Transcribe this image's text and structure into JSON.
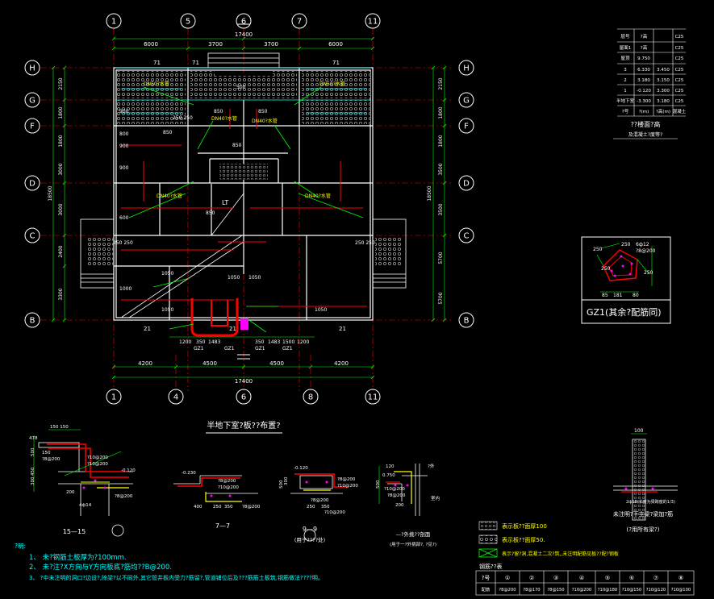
{
  "colors": {
    "background": "#000000",
    "axis": "#ff0000",
    "dim": "#00ff00",
    "wall": "#ffffff",
    "rebar": "#ff0000",
    "text": "#ffffff",
    "label": "#ffff00",
    "cyan": "#00ffff",
    "magenta": "#ff00ff",
    "hatch": "#808080"
  },
  "plan": {
    "title": "半地下室?板??布置?",
    "grid_top": [
      "1",
      "5",
      "6",
      "7",
      "11"
    ],
    "grid_bottom": [
      "1",
      "4",
      "6",
      "8",
      "11"
    ],
    "grid_rows": [
      "H",
      "G",
      "F",
      "D",
      "C",
      "B"
    ],
    "dims_top_total": "17400",
    "dims_top": [
      "6000",
      "3700",
      "3700",
      "6000"
    ],
    "dims_bottom": [
      "4200",
      "4500",
      "4500",
      "4200"
    ],
    "dims_bottom_total": "17400",
    "dims_left": [
      "2150",
      "1800",
      "1800",
      "3000",
      "3000",
      "2400",
      "3300"
    ],
    "dims_left_total": "18500",
    "dims_right": [
      "2150",
      "1800",
      "1800",
      "3500",
      "3500",
      "5700",
      "5700"
    ],
    "dims_right_total": "18500",
    "pipe_labels": [
      "DN50?水管",
      "DN50?水管",
      "DN40?水管",
      "DN40?水管",
      "DN40?水管",
      "DN40?水管"
    ],
    "lt_label": "LT",
    "gz_labels": [
      "GZ1",
      "GZ1",
      "GZ1",
      "GZ1"
    ],
    "bottom_dims": [
      "1200",
      "350",
      "1483",
      "350",
      "1483",
      "1500",
      "1200"
    ],
    "section_marks": [
      "21",
      "21",
      "21",
      "71",
      "71",
      "71"
    ],
    "rebar_labels": [
      "800",
      "900",
      "1050",
      "1050",
      "1050",
      "1050",
      "1050",
      "900",
      "900",
      "600",
      "1000",
      "500",
      "850",
      "850",
      "850",
      "850",
      "850",
      "250 250",
      "250 250",
      "250 250"
    ]
  },
  "table": {
    "title": "??楼面?高",
    "subtitle": "及混凝土?度等?",
    "header": [
      "层号",
      "?高",
      "C25"
    ],
    "rows": [
      [
        "屋面1",
        "?高",
        "C25"
      ],
      [
        "屋顶",
        "9.750",
        "C25"
      ],
      [
        "3",
        "6.330",
        "3.450",
        "C25"
      ],
      [
        "2",
        "3.180",
        "3.150",
        "C25"
      ],
      [
        "1",
        "-0.120",
        "3.300",
        "C25"
      ],
      [
        "半地下室",
        "-3.300",
        "3.180",
        "C25"
      ],
      [
        "?号",
        "?(m)",
        "?高(m)",
        "混凝土"
      ]
    ]
  },
  "gz": {
    "caption": "GZ1(其余?配筋同)",
    "labels": [
      "250",
      "6ф12",
      "?8@200",
      "250",
      "250",
      "250",
      "85",
      "181",
      "80"
    ]
  },
  "details": [
    {
      "caption": "15—15",
      "labels": [
        "150 150",
        "478",
        "150",
        "?8@200",
        "?10@200",
        "?10@200",
        "-0.120",
        "?8@200",
        "4ф14",
        "500",
        "450",
        "300",
        "200"
      ]
    },
    {
      "caption": "7—7",
      "labels": [
        "-0.230",
        "?8@200",
        "?10@200",
        "400",
        "250",
        "350",
        "?8@200"
      ]
    },
    {
      "caption": "9—9",
      "labels": [
        "-0.120",
        "300",
        "500",
        "?8@200",
        "?10@200",
        "?8@200",
        "250",
        "350",
        "?10@200"
      ],
      "subcaption": "(用于????处)"
    },
    {
      "caption": "—?外挑??剖面",
      "labels": [
        "120",
        "0.750",
        "?10@200",
        "500",
        "?8@200",
        "200"
      ],
      "subcaption": "(用于一?外挑部?, ?见?)",
      "right_labels": [
        "?外",
        "室内"
      ]
    }
  ],
  "wall_detail": {
    "title": "未注明?下主梁?梁加?筋",
    "subtitle": "(?用所有梁?)",
    "labels": [
      "100",
      "2ф18(长度为梁跨度的1/3)"
    ]
  },
  "legend": {
    "items": [
      {
        "text": "表示板??面厚100"
      },
      {
        "text": "表示板??面厚50."
      },
      {
        "text": "表示?留?洞,混凝土二次?筑,,未注明配筋见板??配?钢板"
      }
    ],
    "table_title": "钢筋??表",
    "table_header": [
      "?号",
      "①",
      "②",
      "③",
      "④",
      "⑤",
      "⑥",
      "⑦",
      "⑧"
    ],
    "table_row": [
      "配筋",
      "?8@200",
      "?8@170",
      "?8@150",
      "?10@200",
      "?10@180",
      "?10@150",
      "?10@120",
      "?10@100"
    ]
  },
  "notes": {
    "title": "?明:",
    "lines": [
      "1、 未?钢筋土板厚为?100mm.",
      "2、 未?注?X方向与Y方向板底?筋均??B@200.",
      "3、 ?中未注明的洞口?边设?,除梁?以不同外,其它管井板内受力?筋留?,管道铺位后及???筋筋土板筑,钢筋做法????明。"
    ]
  }
}
